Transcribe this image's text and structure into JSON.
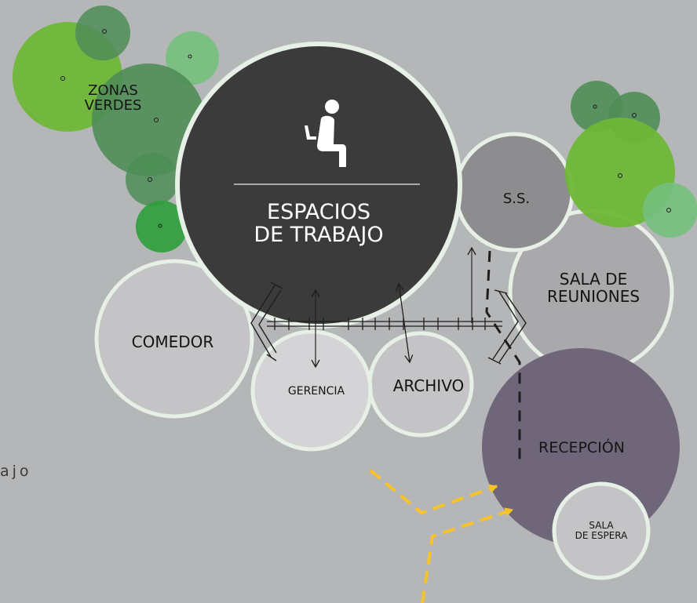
{
  "colors": {
    "background": "#b5b6b8",
    "circle_outline": "#e7f0e6",
    "workspace": "#3b3b3b",
    "reception": "#6f6779",
    "grey_dark": "#8d8d8f",
    "grey_mid": "#a9a9ab",
    "grey_light": "#c4c4c6",
    "grey_lighter": "#d4d4d6",
    "green_lime": "#6fb737",
    "green_moss": "#4f8d57",
    "green_mint": "#74c07d",
    "green_vivid": "#2d9e3a",
    "yellow_flow": "#f6c428",
    "line": "#1e1e1e"
  },
  "icons": {
    "workspace": "person-with-laptop-icon"
  },
  "labels": {
    "zonas_verdes": "ZONAS\nVERDES",
    "espacios_de_trabajo": "ESPACIOS\nDE TRABAJO",
    "ss": "S.S.",
    "sala_de_reuniones": "SALA DE\nREUNIONES",
    "comedor": "COMEDOR",
    "gerencia": "GERENCIA",
    "archivo": "ARCHIVO",
    "recepcion": "RECEPCIÓN",
    "sala_de_espera": "SALA\nDE ESPERA",
    "side_fragment": "ajo"
  }
}
